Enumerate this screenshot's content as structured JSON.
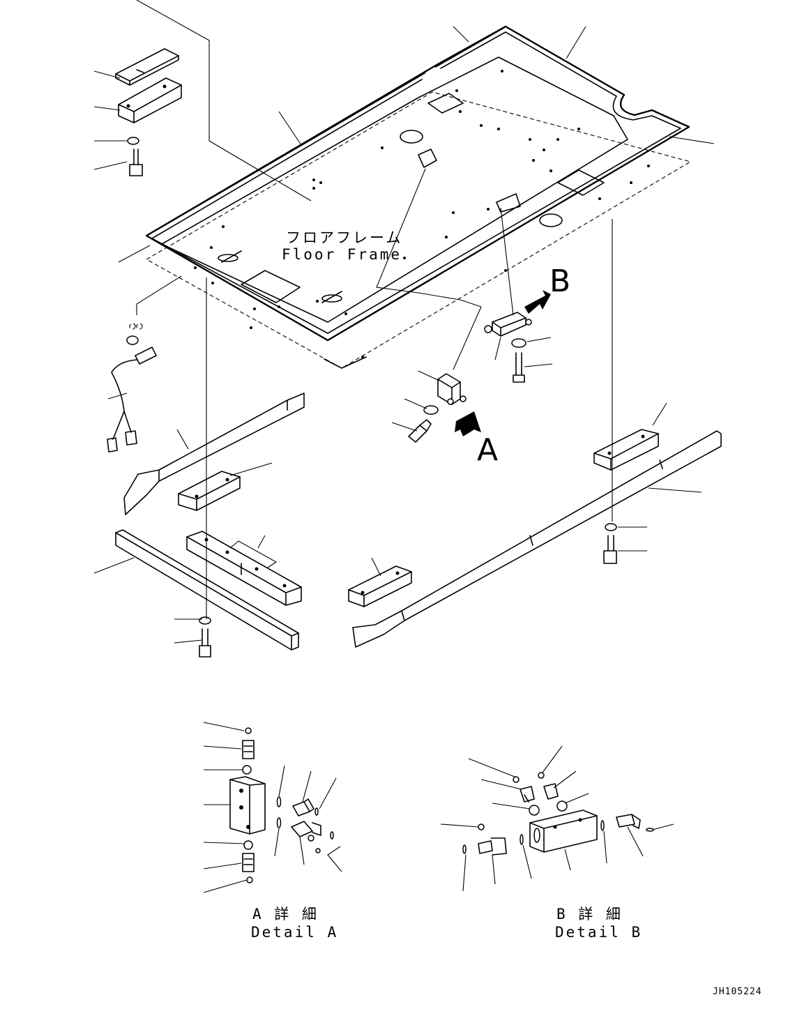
{
  "drawing": {
    "floor_frame_label_jp": "フロアフレーム",
    "floor_frame_label_en": "Floor Frame",
    "view_a_marker": "A",
    "view_b_marker": "B",
    "detail_a_label_jp": "A 詳 細",
    "detail_a_label_en": "Detail A",
    "detail_b_label_jp": "B 詳 細",
    "detail_b_label_en": "Detail B",
    "drawing_number": "JH105224"
  }
}
